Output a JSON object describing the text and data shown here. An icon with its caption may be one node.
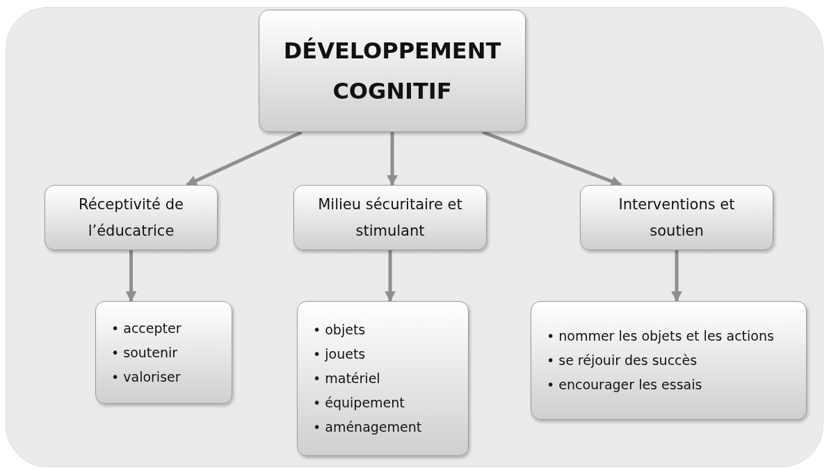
{
  "diagram": {
    "nodes": [
      {
        "text": [
          "DÉVELOPPEMENT COGNITIF"
        ]
      },
      {
        "text": [
          "Réceptivité de l’éducatrice"
        ]
      },
      {
        "text": [
          "Milieu sécuritaire et stimulant"
        ]
      },
      {
        "text": [
          "Interventions et soutien"
        ]
      },
      {
        "text": [
          "• accepter",
          "• soutenir",
          "• valoriser"
        ]
      },
      {
        "text": [
          "• objets",
          "• jouets",
          "• matériel",
          "• équipement",
          "• aménagement"
        ]
      },
      {
        "text": [
          "• nommer les objets et les actions",
          "• se réjouir des succès",
          "• encourager les essais"
        ]
      }
    ],
    "edges": [
      {
        "from": 0,
        "to": 1,
        "arrow": "to"
      },
      {
        "from": 0,
        "to": 2,
        "arrow": "to"
      },
      {
        "from": 0,
        "to": 3,
        "arrow": "to"
      },
      {
        "from": 1,
        "to": 4,
        "arrow": "to"
      },
      {
        "from": 2,
        "to": 5,
        "arrow": "to"
      },
      {
        "from": 3,
        "to": 6,
        "arrow": "to"
      }
    ]
  }
}
